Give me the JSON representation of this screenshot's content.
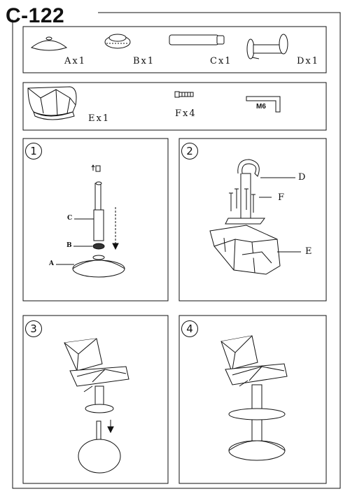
{
  "title": "C-122",
  "parts": [
    {
      "label": "Ax1"
    },
    {
      "label": "Bx1"
    },
    {
      "label": "Cx1"
    },
    {
      "label": "Dx1"
    },
    {
      "label": "Ex1"
    },
    {
      "label": "Fx4"
    }
  ],
  "tool_label": "M6",
  "steps": [
    {
      "number": "1",
      "labels": {
        "c": "C",
        "b": "B",
        "a": "A"
      }
    },
    {
      "number": "2",
      "labels": {
        "d": "D",
        "f": "F",
        "e": "E"
      }
    },
    {
      "number": "3"
    },
    {
      "number": "4"
    }
  ]
}
